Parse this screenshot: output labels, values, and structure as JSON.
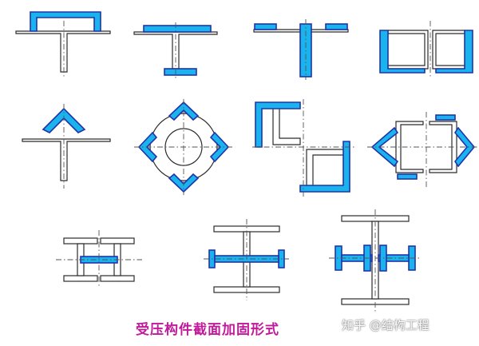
{
  "caption": "受压构件截面加固形式",
  "watermark": "知乎 @结构工程",
  "colors": {
    "steel_line": "#2b2b2b",
    "reinforcement_fill": "#19b4ee",
    "reinforcement_border": "#2233aa",
    "axis_line": "#555555",
    "caption": "#c01a9a"
  },
  "figures": [
    "t-section-top-channel",
    "t-section-flange-plates",
    "t-section-vertical-plates",
    "double-channel-box",
    "t-section-angle-cap",
    "round-section-four-angles",
    "double-angle-outer-angles",
    "double-channel-side-angles",
    "small-h-web-plate",
    "h-section-side-plates",
    "h-section-flange-stiffeners"
  ]
}
